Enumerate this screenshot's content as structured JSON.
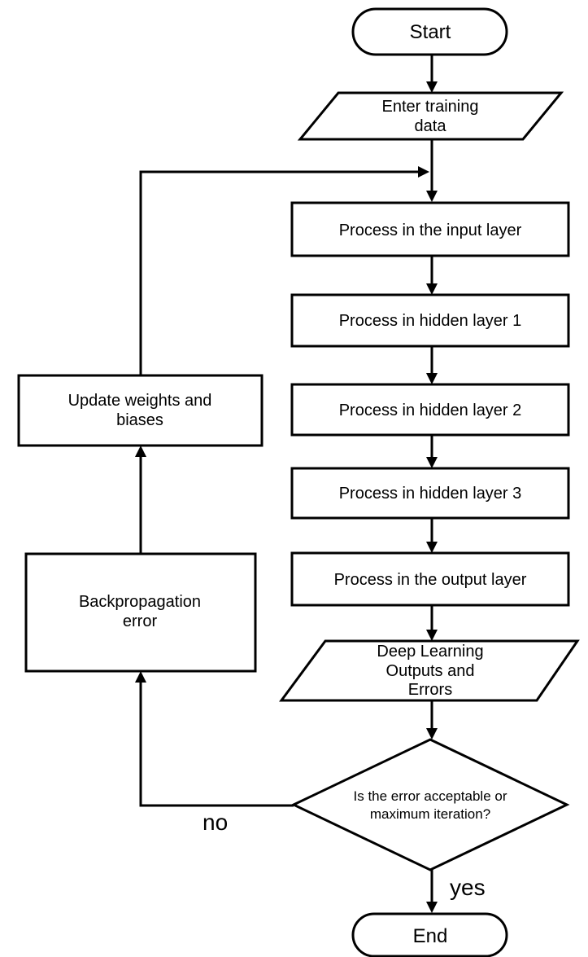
{
  "flowchart": {
    "start": "Start",
    "enter_data": [
      "Enter training",
      "data"
    ],
    "input_layer": "Process in the input layer",
    "hidden_1": "Process in hidden layer 1",
    "hidden_2": "Process in hidden layer 2",
    "hidden_3": "Process in hidden layer 3",
    "output_layer": "Process in the output layer",
    "outputs": [
      "Deep Learning",
      "Outputs and",
      "Errors"
    ],
    "decision": [
      "Is the error acceptable or",
      "maximum iteration?"
    ],
    "backprop": [
      "Backpropagation",
      "error"
    ],
    "update": [
      "Update weights and",
      "biases"
    ],
    "end": "End",
    "label_no": "no",
    "label_yes": "yes"
  }
}
